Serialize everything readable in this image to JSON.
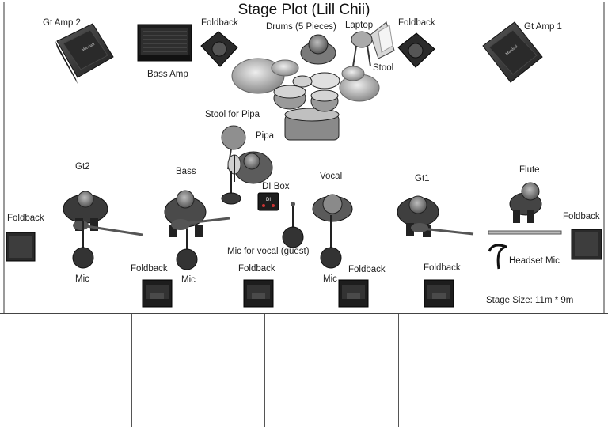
{
  "title": "Stage Plot (Lill Chii)",
  "stage_size": "Stage Size: 11m * 9m",
  "labels": {
    "gt_amp_2": "Gt Amp 2",
    "gt_amp_1": "Gt Amp 1",
    "bass_amp": "Bass Amp",
    "drums": "Drums (5 Pieces)",
    "laptop": "Laptop",
    "stool": "Stool",
    "stool_for_pipa": "Stool for Pipa",
    "pipa": "Pipa",
    "di_box": "DI Box",
    "di_box_tag": "DI",
    "mic_for_vocal_guest": "Mic for vocal (guest)",
    "headset_mic": "Headset Mic",
    "gt2": "Gt2",
    "bass": "Bass",
    "vocal": "Vocal",
    "gt1": "Gt1",
    "flute": "Flute",
    "mic": "Mic",
    "foldback": "Foldback"
  },
  "amp_brand": "Marshall",
  "colors": {
    "stage_line": "#9a9a9a",
    "table_line": "#555555",
    "equipment": "#3a3a3a",
    "cymbal": "#c9c9c9"
  },
  "table": {
    "columns": 5,
    "cells": [
      "",
      "",
      "",
      "",
      ""
    ]
  }
}
